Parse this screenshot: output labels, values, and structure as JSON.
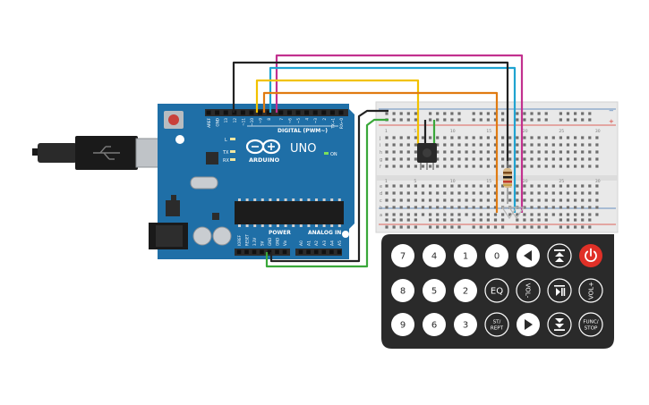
{
  "arduino": {
    "model": "UNO",
    "brand": "ARDUINO",
    "digital_label": "DIGITAL (PWM~)",
    "power_label": "POWER",
    "analog_label": "ANALOG IN",
    "on_label": "ON",
    "tx_label": "TX",
    "rx_label": "RX",
    "l_label": "L",
    "top_pins": [
      "AREF",
      "GND",
      "13",
      "12",
      "~11",
      "~10",
      "~9",
      "8",
      "7",
      "~6",
      "~5",
      "4",
      "~3",
      "2",
      "TX→1",
      "RX←0"
    ],
    "power_pins": [
      "IOREF",
      "RESET",
      "3.3V",
      "5V",
      "GND",
      "GND",
      "Vin"
    ],
    "analog_pins": [
      "A0",
      "A1",
      "A2",
      "A3",
      "A4",
      "A5"
    ]
  },
  "breadboard": {
    "row_letters_top": [
      "j",
      "i",
      "h",
      "g",
      "f"
    ],
    "row_letters_bottom": [
      "e",
      "d",
      "c",
      "b",
      "a"
    ],
    "column_numbers": [
      "1",
      "5",
      "10",
      "15",
      "20",
      "25",
      "30"
    ]
  },
  "remote": {
    "buttons": [
      {
        "label": "7",
        "style": "white"
      },
      {
        "label": "4",
        "style": "white"
      },
      {
        "label": "1",
        "style": "white"
      },
      {
        "label": "0",
        "style": "white"
      },
      {
        "label": "",
        "icon": "left-arrow-icon",
        "style": "white"
      },
      {
        "label": "",
        "icon": "skip-up-icon",
        "style": "dark"
      },
      {
        "label": "",
        "icon": "power-icon",
        "style": "red"
      },
      {
        "label": "8",
        "style": "white"
      },
      {
        "label": "5",
        "style": "white"
      },
      {
        "label": "2",
        "style": "white"
      },
      {
        "label": "EQ",
        "style": "dark"
      },
      {
        "label": "VOL-",
        "style": "dark-rot"
      },
      {
        "label": "",
        "icon": "play-pause-icon",
        "style": "dark"
      },
      {
        "label": "VOL+",
        "style": "dark-rot"
      },
      {
        "label": "9",
        "style": "white"
      },
      {
        "label": "6",
        "style": "white"
      },
      {
        "label": "3",
        "style": "white"
      },
      {
        "label": "ST/\nREPT",
        "style": "dark"
      },
      {
        "label": "",
        "icon": "right-arrow-icon",
        "style": "white"
      },
      {
        "label": "",
        "icon": "skip-down-icon",
        "style": "dark"
      },
      {
        "label": "FUNC/\nSTOP",
        "style": "dark"
      }
    ]
  },
  "colors": {
    "board": "#1f6fa7",
    "board_dark": "#17557f",
    "header": "#2b2b2b",
    "breadboard": "#e9e9e9",
    "rail_red": "#d8342b",
    "rail_blue": "#3a6fb0",
    "remote_body": "#2a2a2a",
    "power_button": "#e03027",
    "wire_magenta": "#c2318f",
    "wire_cyan": "#1fa3d1",
    "wire_black": "#222222",
    "wire_yellow": "#f2c200",
    "wire_orange": "#e07b12",
    "wire_green": "#3aa83a",
    "usb": "#1a1a1a"
  }
}
